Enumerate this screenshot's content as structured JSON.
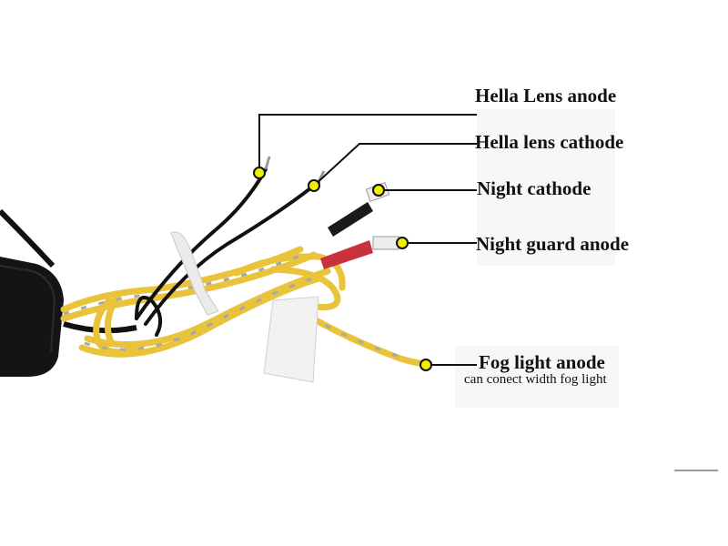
{
  "labels": {
    "hella_lens_anode": "Hella Lens anode",
    "hella_lens_cathode": "Hella lens cathode",
    "night_cathode": "Night cathode",
    "night_guard_anode": "Night guard anode",
    "fog_light_anode": "Fog light anode",
    "fog_light_note": "can conect width fog light"
  },
  "colors": {
    "wire_yellow": "#e9c33a",
    "wire_black": "#111111",
    "marker_fill": "#f2ee00",
    "leader_line": "#111111",
    "housing": "#141414",
    "red_sleeve": "#c8323c"
  }
}
